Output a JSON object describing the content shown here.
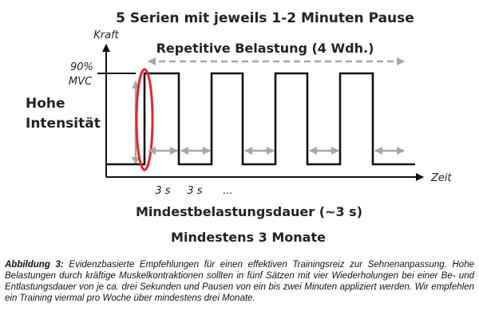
{
  "figure": {
    "title": "5 Serien mit jeweils 1-2 Minuten Pause",
    "y_axis_label": "Kraft",
    "x_axis_label": "Zeit",
    "level_label_line1": "90%",
    "level_label_line2": "MVC",
    "intensity_label_line1": "Hohe",
    "intensity_label_line2": "Intensität",
    "repetition_label": "Repetitive Belastung (4 Wdh.)",
    "time_tick_1": "3 s",
    "time_tick_2": "3 s",
    "time_tick_ellipsis": "...",
    "duration_label": "Mindestbelastungsdauer (~3 s)",
    "period_label": "Mindestens 3 Monate"
  },
  "caption": {
    "label": "Abbildung 3:",
    "text": " Evidenzbasierte Empfehlungen für einen effektiven Trainingsreiz zur Sehnenanpassung. Hohe Belastungen durch kräftige Muskelkontraktionen sollten in fünf Sätzen mit vier Wiederholungen bei einer Be- und Entlastungsdauer von je ca. drei Sekunden und Pausen von ein bis zwei Minuten appliziert werden. Wir empfehlen ein Training viermal pro Woche über mindestens drei Monate."
  },
  "colors": {
    "line": "#111111",
    "arrow_gray": "#a6a6a6",
    "highlight_red": "#e3262b"
  }
}
